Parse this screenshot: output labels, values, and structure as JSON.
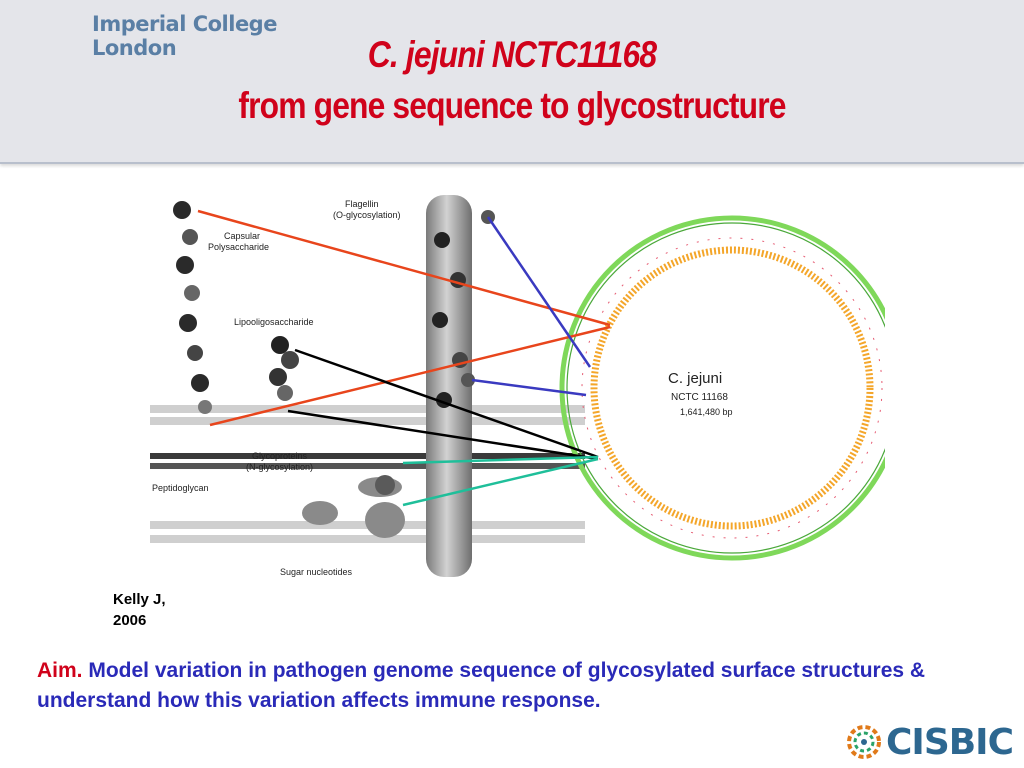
{
  "header": {
    "logo_line1": "Imperial College",
    "logo_line2": "London",
    "title_line1": "C. jejuni NCTC11168",
    "title_line2": "from gene sequence to glycostructure"
  },
  "figure": {
    "labels": {
      "flagellin": "Flagellin",
      "flagellin_sub": "(O-glycosylation)",
      "capsular": "Capsular",
      "polysaccharide": "Polysaccharide",
      "lipooligosaccharide": "Lipooligosaccharide",
      "glycoproteins": "Glycoproteins",
      "glycoproteins_sub": "(N-glycosylation)",
      "peptidoglycan": "Peptidoglycan",
      "sugar_nucleotides": "Sugar nucleotides"
    },
    "genome": {
      "name": "C. jejuni",
      "strain": "NCTC 11168",
      "size": "1,641,480 bp"
    },
    "line_colors": {
      "capsule": "#e8451c",
      "flagellin": "#3a3ac0",
      "lipooligosaccharide": "#000000",
      "glycoproteins": "#1fbf9a"
    }
  },
  "citation": {
    "author": "Kelly J,",
    "year": "2006"
  },
  "aim": {
    "label": "Aim.",
    "text": "Model variation in pathogen genome sequence of glycosylated surface structures & understand how this variation affects immune response."
  },
  "footer": {
    "logo_text": "CISBIC"
  }
}
